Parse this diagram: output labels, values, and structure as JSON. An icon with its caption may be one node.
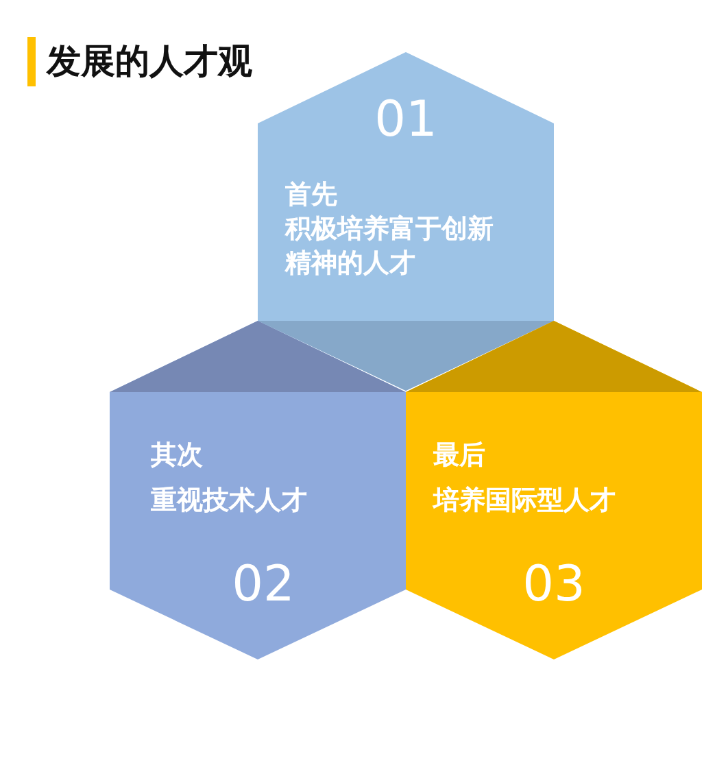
{
  "diagram": {
    "title": "发展的人才观",
    "nodes": [
      {
        "text": [
          "01",
          "首先",
          "积极培养富于创新精神的人才"
        ]
      },
      {
        "text": [
          "其次",
          "重视技术人才",
          "02"
        ]
      },
      {
        "text": [
          "最后",
          "培养国际型人才",
          "03"
        ]
      }
    ]
  }
}
